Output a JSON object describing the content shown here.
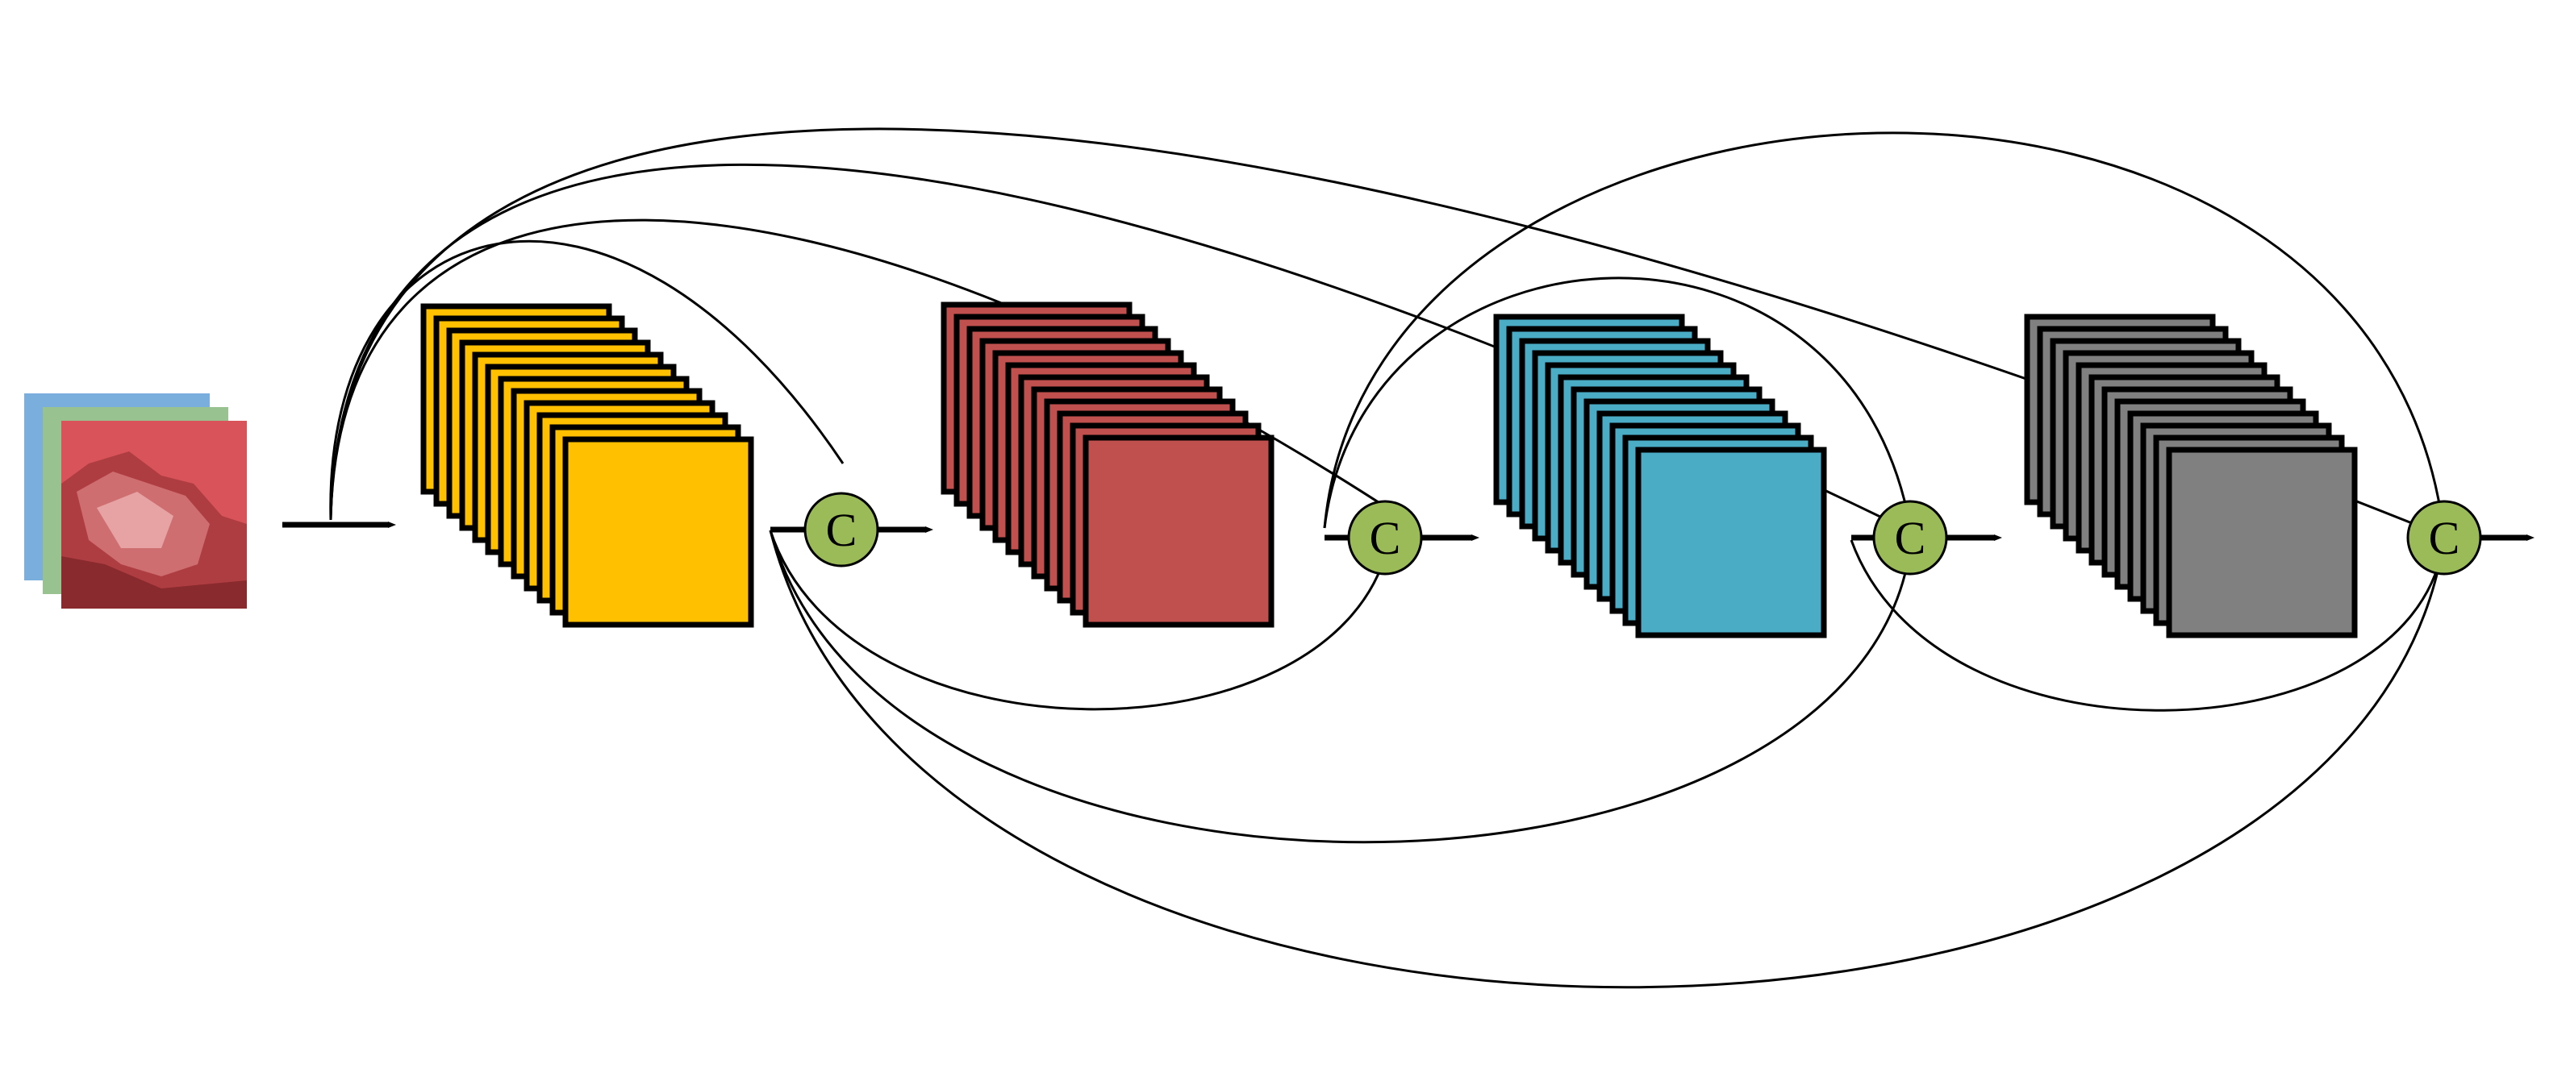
{
  "diagram": {
    "concat_symbol": "C",
    "concat_count": 4,
    "colors": {
      "input_back": "#7aaedc",
      "input_mid": "#98c290",
      "input_front": "#d9545a",
      "block_yellow": "#ffc000",
      "block_red": "#c0504d",
      "block_blue": "#4bacc6",
      "block_gray": "#808080",
      "concat_fill": "#9bbb59",
      "stroke": "#000000",
      "background": "#ffffff"
    },
    "input_image": {
      "name": "input-image-stack",
      "channels": 3
    },
    "blocks": [
      {
        "name": "feature-block-1",
        "color": "block_yellow",
        "layers": 12
      },
      {
        "name": "feature-block-2",
        "color": "block_red",
        "layers": 12
      },
      {
        "name": "feature-block-3",
        "color": "block_blue",
        "layers": 12
      },
      {
        "name": "feature-block-4",
        "color": "block_gray",
        "layers": 12
      }
    ]
  }
}
